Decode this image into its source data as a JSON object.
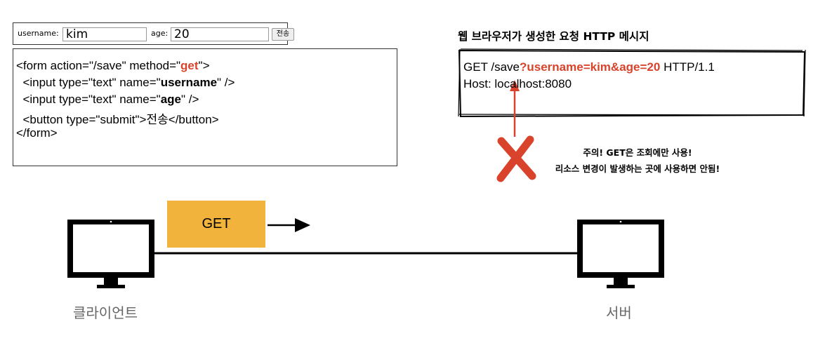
{
  "form_preview": {
    "username_label": "username:",
    "username_value": "kim",
    "age_label": "age:",
    "age_value": "20",
    "submit_label": "전송"
  },
  "code": {
    "l1_a": "<form action=\"/save\" method=\"",
    "l1_b": "get",
    "l1_c": "\">",
    "l2_a": "  <input type=\"text\" name=\"",
    "l2_b": "username",
    "l2_c": "\" />",
    "l3_a": "  <input type=\"text\" name=\"",
    "l3_b": "age",
    "l3_c": "\" />",
    "l4": "  <button type=\"submit\">전송</button>",
    "l5": "</form>"
  },
  "http_message": {
    "title": "웹 브라우저가 생성한 요청 HTTP 메시지",
    "line1_a": "GET /save",
    "line1_b": "?username=kim&age=20",
    "line1_c": " HTTP/1.1",
    "line2": "Host: localhost:8080"
  },
  "warning": {
    "line1": "주의! GET은 조회에만 사용!",
    "line2": "리소스 변경이 발생하는 곳에 사용하면 안됨!"
  },
  "method_box": {
    "label": "GET"
  },
  "client_label": "클라이언트",
  "server_label": "서버",
  "colors": {
    "accent_red": "#d9432b",
    "method_box": "#f2b33d"
  }
}
